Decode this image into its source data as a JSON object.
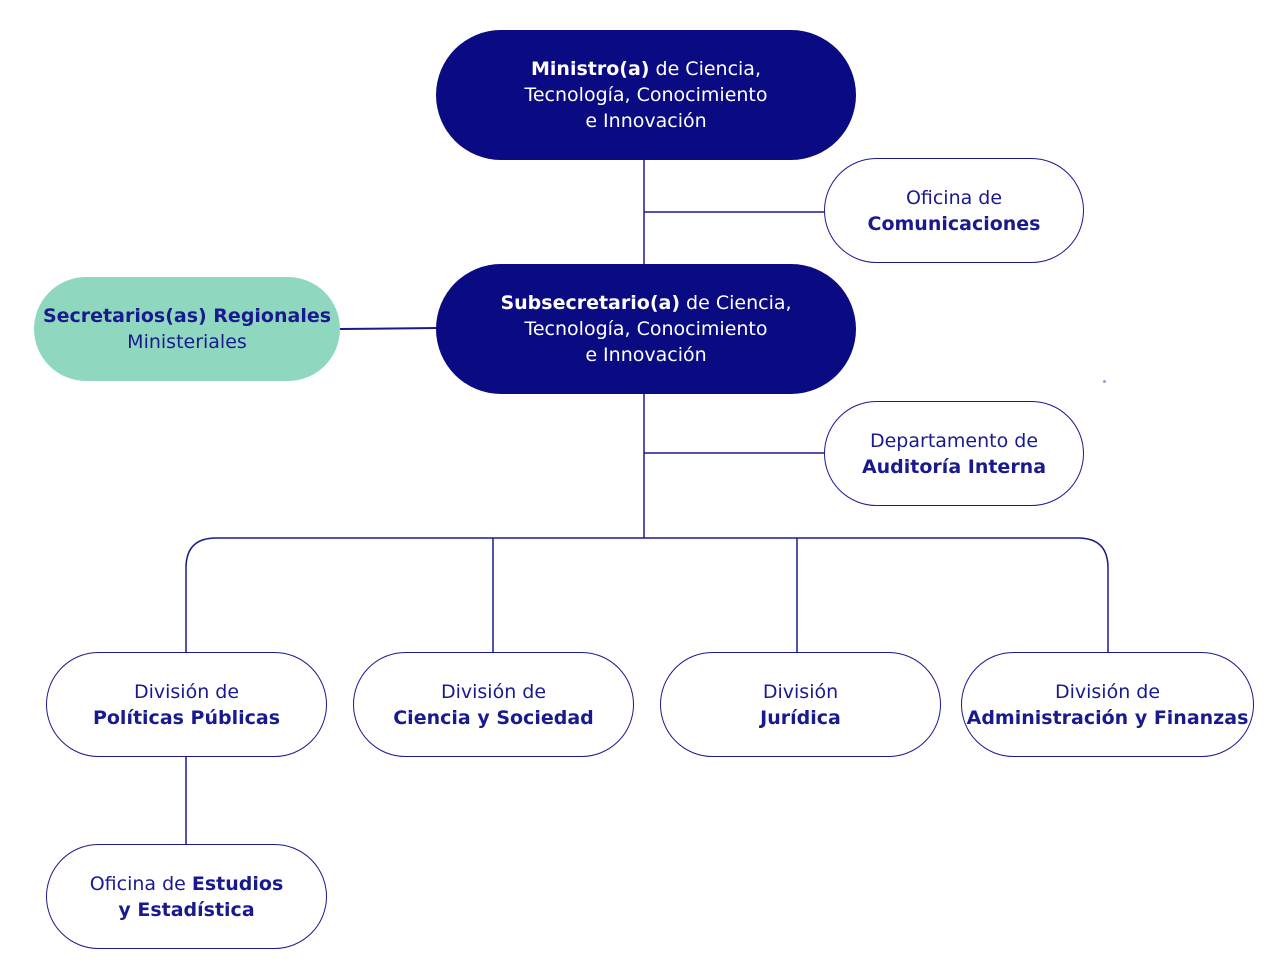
{
  "colors": {
    "dark_node": "#0a0a82",
    "outline": "#1a1a8f",
    "regional_node": "#8fd8bf",
    "connector": "#1a1a8f"
  },
  "nodes": {
    "ministro": {
      "line1_bold": "Ministro(a)",
      "line1_rest": " de Ciencia,",
      "line2": "Tecnología, Conocimiento",
      "line3": "e Innovación"
    },
    "comunicaciones": {
      "line1": "Oficina de",
      "line2_bold": "Comunicaciones"
    },
    "regionales": {
      "line1_bold": "Secretarios(as) Regionales",
      "line2": "Ministeriales"
    },
    "subsecretario": {
      "line1_bold": "Subsecretario(a)",
      "line1_rest": " de Ciencia,",
      "line2": "Tecnología, Conocimiento",
      "line3": "e Innovación"
    },
    "auditoria": {
      "line1": "Departamento de",
      "line2_bold": "Auditoría Interna"
    },
    "politicas": {
      "line1": "División de",
      "line2_bold": "Políticas Públicas"
    },
    "ciencia_sociedad": {
      "line1": "División de",
      "line2_bold": "Ciencia y Sociedad"
    },
    "juridica": {
      "line1": "División",
      "line2_bold": "Jurídica"
    },
    "administracion": {
      "line1": "División de",
      "line2_bold": "Administración y Finanzas"
    },
    "estudios": {
      "line1_rest": "Oficina de ",
      "line1_bold": "Estudios",
      "line2_bold": "y Estadística"
    }
  }
}
